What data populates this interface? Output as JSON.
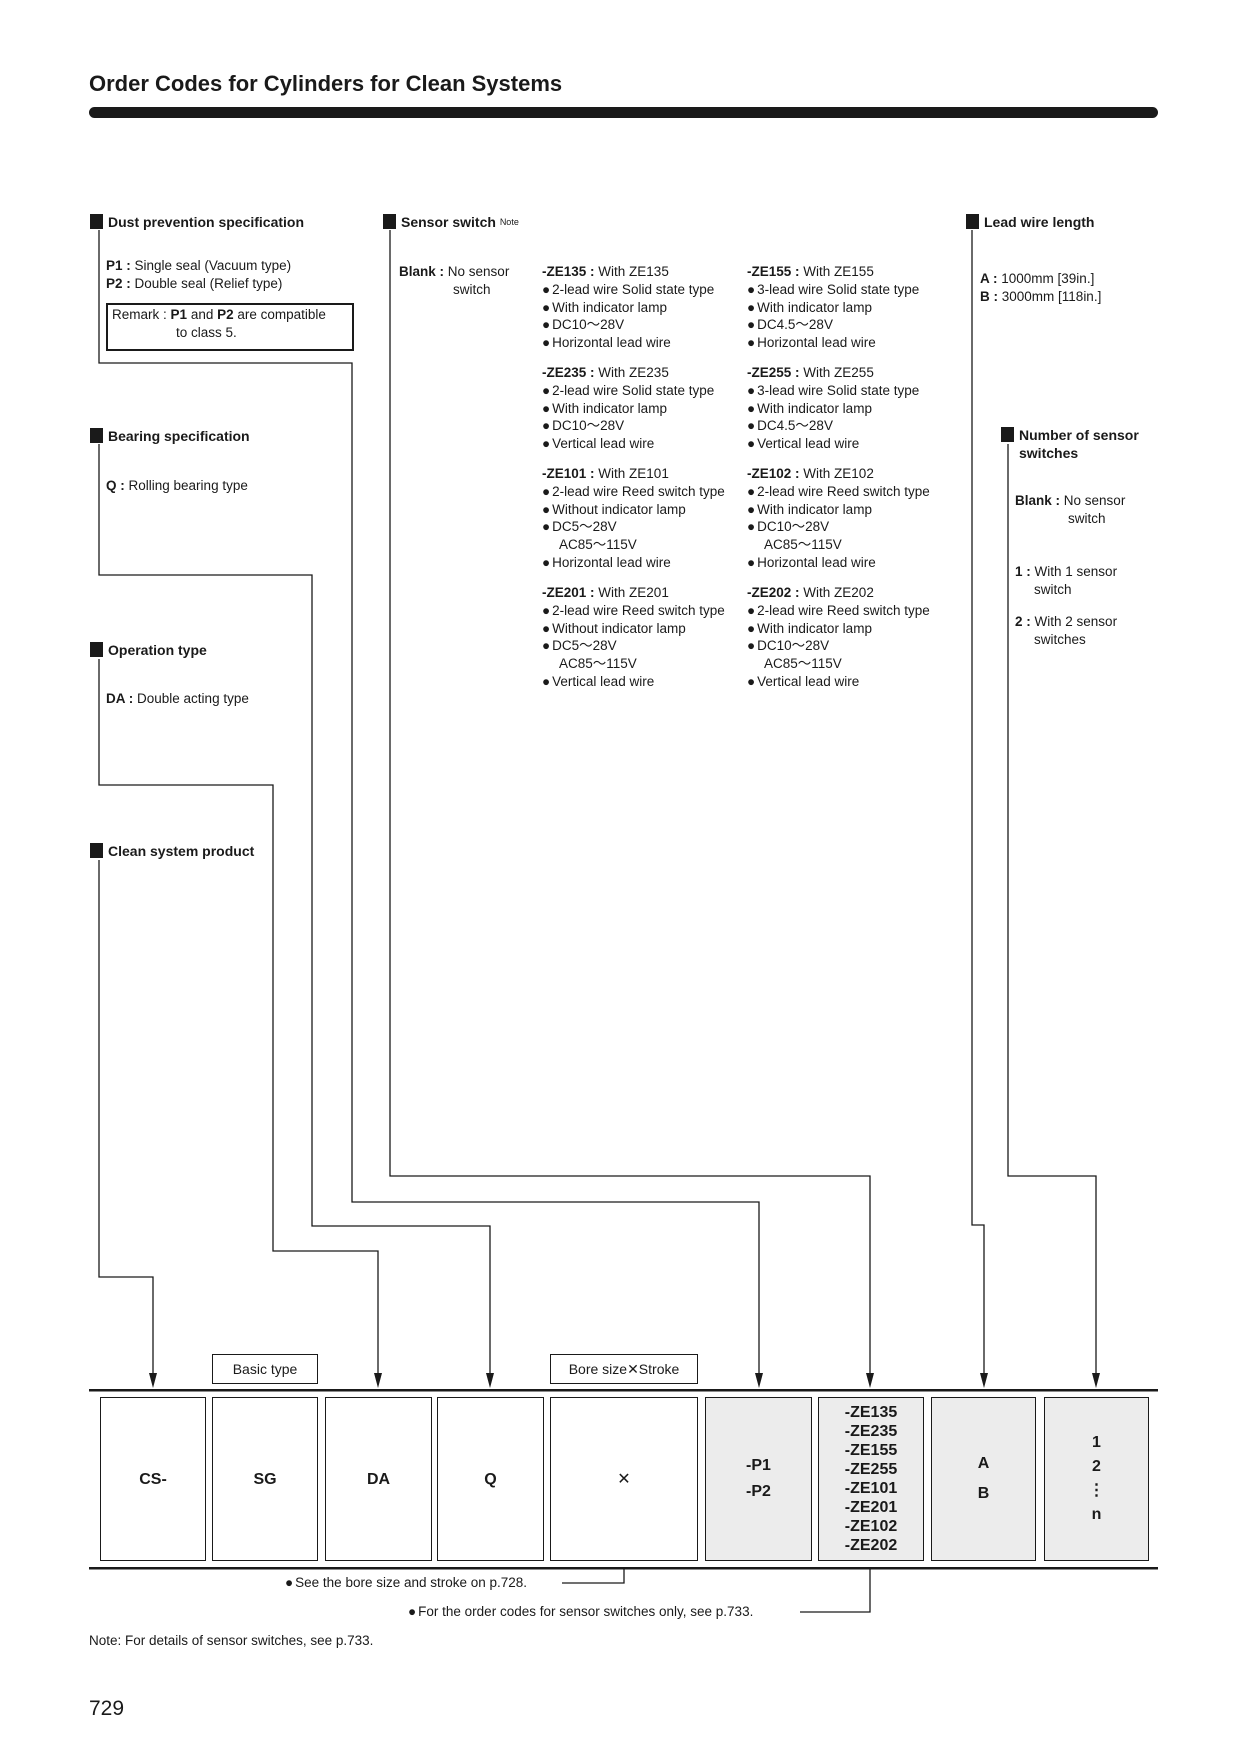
{
  "title": "Order Codes for Cylinders for Clean Systems",
  "sections": {
    "dust": {
      "heading": "Dust prevention specification",
      "items": [
        {
          "code": "P1 :",
          "desc": "Single seal (Vacuum type)"
        },
        {
          "code": "P2 :",
          "desc": "Double seal (Relief type)"
        }
      ],
      "remark": {
        "prefix": "Remark :",
        "p1": "P1",
        "and": "and",
        "p2": "P2",
        "suffix": "are compatible",
        "line2": "to class 5."
      }
    },
    "bearing": {
      "heading": "Bearing specification",
      "code": "Q :",
      "desc": "Rolling bearing type"
    },
    "operation": {
      "heading": "Operation type",
      "code": "DA :",
      "desc": "Double acting type"
    },
    "clean": {
      "heading": "Clean system product"
    },
    "sensor": {
      "heading": "Sensor switch",
      "note": "Note",
      "blank_code": "Blank :",
      "blank_desc1": "No sensor",
      "blank_desc2": "switch",
      "switches": [
        {
          "code": "-ZE135 :",
          "name": "With ZE135",
          "lines": [
            "2-lead wire Solid state type",
            "With indicator lamp",
            "DC10〜28V",
            "Horizontal lead wire"
          ]
        },
        {
          "code": "-ZE155 :",
          "name": "With ZE155",
          "lines": [
            "3-lead wire Solid state type",
            "With indicator lamp",
            "DC4.5〜28V",
            "Horizontal lead wire"
          ]
        },
        {
          "code": "-ZE235 :",
          "name": "With ZE235",
          "lines": [
            "2-lead wire Solid state type",
            "With indicator lamp",
            "DC10〜28V",
            "Vertical lead wire"
          ]
        },
        {
          "code": "-ZE255 :",
          "name": "With ZE255",
          "lines": [
            "3-lead wire Solid state type",
            "With indicator lamp",
            "DC4.5〜28V",
            "Vertical lead wire"
          ]
        },
        {
          "code": "-ZE101 :",
          "name": "With ZE101",
          "lines": [
            "2-lead wire Reed switch type",
            "Without indicator lamp",
            "DC5〜28V",
            "Horizontal lead wire"
          ],
          "ac": "AC85〜115V"
        },
        {
          "code": "-ZE102 :",
          "name": "With ZE102",
          "lines": [
            "2-lead wire Reed switch type",
            "With indicator lamp",
            "DC10〜28V",
            "Horizontal lead wire"
          ],
          "ac": "AC85〜115V"
        },
        {
          "code": "-ZE201 :",
          "name": "With ZE201",
          "lines": [
            "2-lead wire Reed switch type",
            "Without indicator lamp",
            "DC5〜28V",
            "Vertical lead wire"
          ],
          "ac": "AC85〜115V"
        },
        {
          "code": "-ZE202 :",
          "name": "With ZE202",
          "lines": [
            "2-lead wire Reed switch type",
            "With indicator lamp",
            "DC10〜28V",
            "Vertical lead wire"
          ],
          "ac": "AC85〜115V"
        }
      ]
    },
    "lead": {
      "heading": "Lead wire length",
      "items": [
        {
          "code": "A :",
          "desc": "1000mm [39in.]"
        },
        {
          "code": "B :",
          "desc": "3000mm [118in.]"
        }
      ]
    },
    "number": {
      "heading1": "Number of sensor",
      "heading2": "switches",
      "blank_code": "Blank :",
      "blank_desc1": "No sensor",
      "blank_desc2": "switch",
      "one_code": "1 :",
      "one_desc1": "With 1 sensor",
      "one_desc2": "switch",
      "two_code": "2 :",
      "two_desc1": "With 2 sensor",
      "two_desc2": "switches"
    }
  },
  "code_row": {
    "labels": {
      "basic": "Basic type",
      "bore": "Bore size✕Stroke"
    },
    "boxes": {
      "cs": "CS-",
      "sg": "SG",
      "da": "DA",
      "q": "Q",
      "x": "✕",
      "p": [
        "-P1",
        "-P2"
      ],
      "ze": [
        "-ZE135",
        "-ZE235",
        "-ZE155",
        "-ZE255",
        "-ZE101",
        "-ZE201",
        "-ZE102",
        "-ZE202"
      ],
      "ab": [
        "A",
        "B"
      ],
      "n": [
        "1",
        "2",
        "⋮",
        "n"
      ]
    }
  },
  "footnotes": {
    "bore": "See the bore size and stroke on p.728.",
    "sensor": "For the order codes for sensor switches only, see p.733.",
    "note": "Note: For details of sensor switches, see p.733."
  },
  "page_number": "729"
}
